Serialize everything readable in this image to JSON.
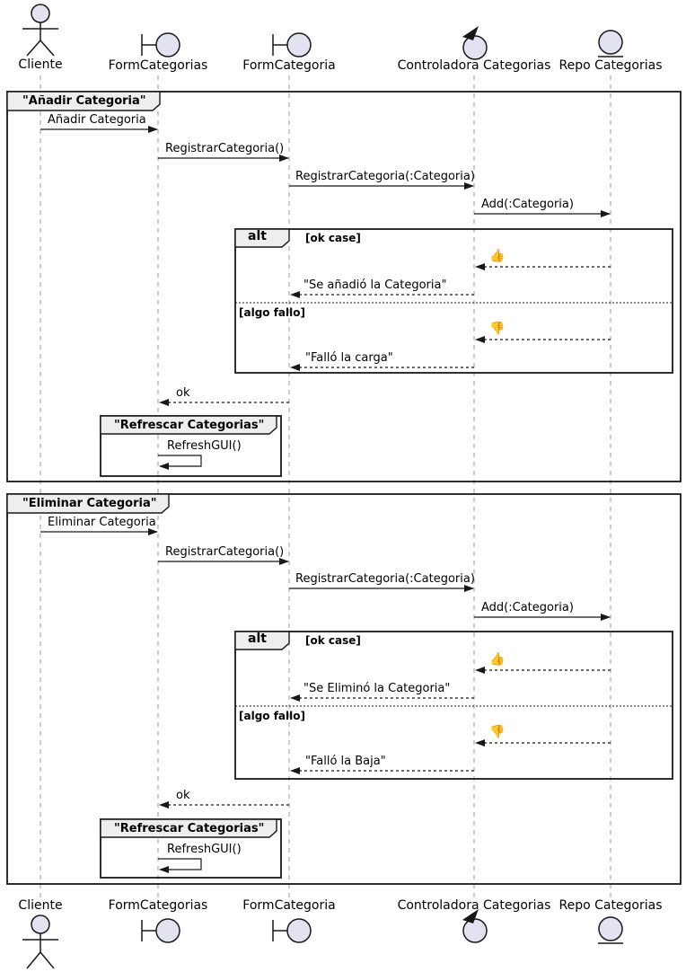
{
  "participants": [
    {
      "label": "Cliente",
      "type": "actor"
    },
    {
      "label": "FormCategorias",
      "type": "boundary"
    },
    {
      "label": "FormCategoria",
      "type": "boundary"
    },
    {
      "label": "Controladora Categorias",
      "type": "control"
    },
    {
      "label": "Repo Categorias",
      "type": "entity"
    }
  ],
  "sections": [
    {
      "title": "\"Añadir Categoria\"",
      "request": "Añadir Categoria",
      "register": "RegistrarCategoria()",
      "register_param": "RegistrarCategoria(:Categoria)",
      "add": "Add(:Categoria)",
      "alt": {
        "keyword": "alt",
        "ok_guard": "[ok case]",
        "fail_guard": "[algo fallo]",
        "thumb_up": "👍",
        "thumb_down": "👎",
        "ok_reply": "\"Se añadió la Categoria\"",
        "fail_reply": "\"Falló la carga\""
      },
      "ok": "ok",
      "refresh_frame": {
        "title": "\"Refrescar Categorias\"",
        "message": "RefreshGUI()"
      }
    },
    {
      "title": "\"Eliminar Categoria\"",
      "request": "Eliminar Categoria",
      "register": "RegistrarCategoria()",
      "register_param": "RegistrarCategoria(:Categoria)",
      "add": "Add(:Categoria)",
      "alt": {
        "keyword": "alt",
        "ok_guard": "[ok case]",
        "fail_guard": "[algo fallo]",
        "thumb_up": "👍",
        "thumb_down": "👎",
        "ok_reply": "\"Se Eliminó la Categoria\"",
        "fail_reply": "\"Falló la Baja\""
      },
      "ok": "ok",
      "refresh_frame": {
        "title": "\"Refrescar Categorias\"",
        "message": "RefreshGUI()"
      }
    }
  ],
  "colors": {
    "participant_fill": "#E2E2F0",
    "frame_header_fill": "#EEEEEE",
    "stroke": "#181818",
    "lifeline": "#999999"
  }
}
